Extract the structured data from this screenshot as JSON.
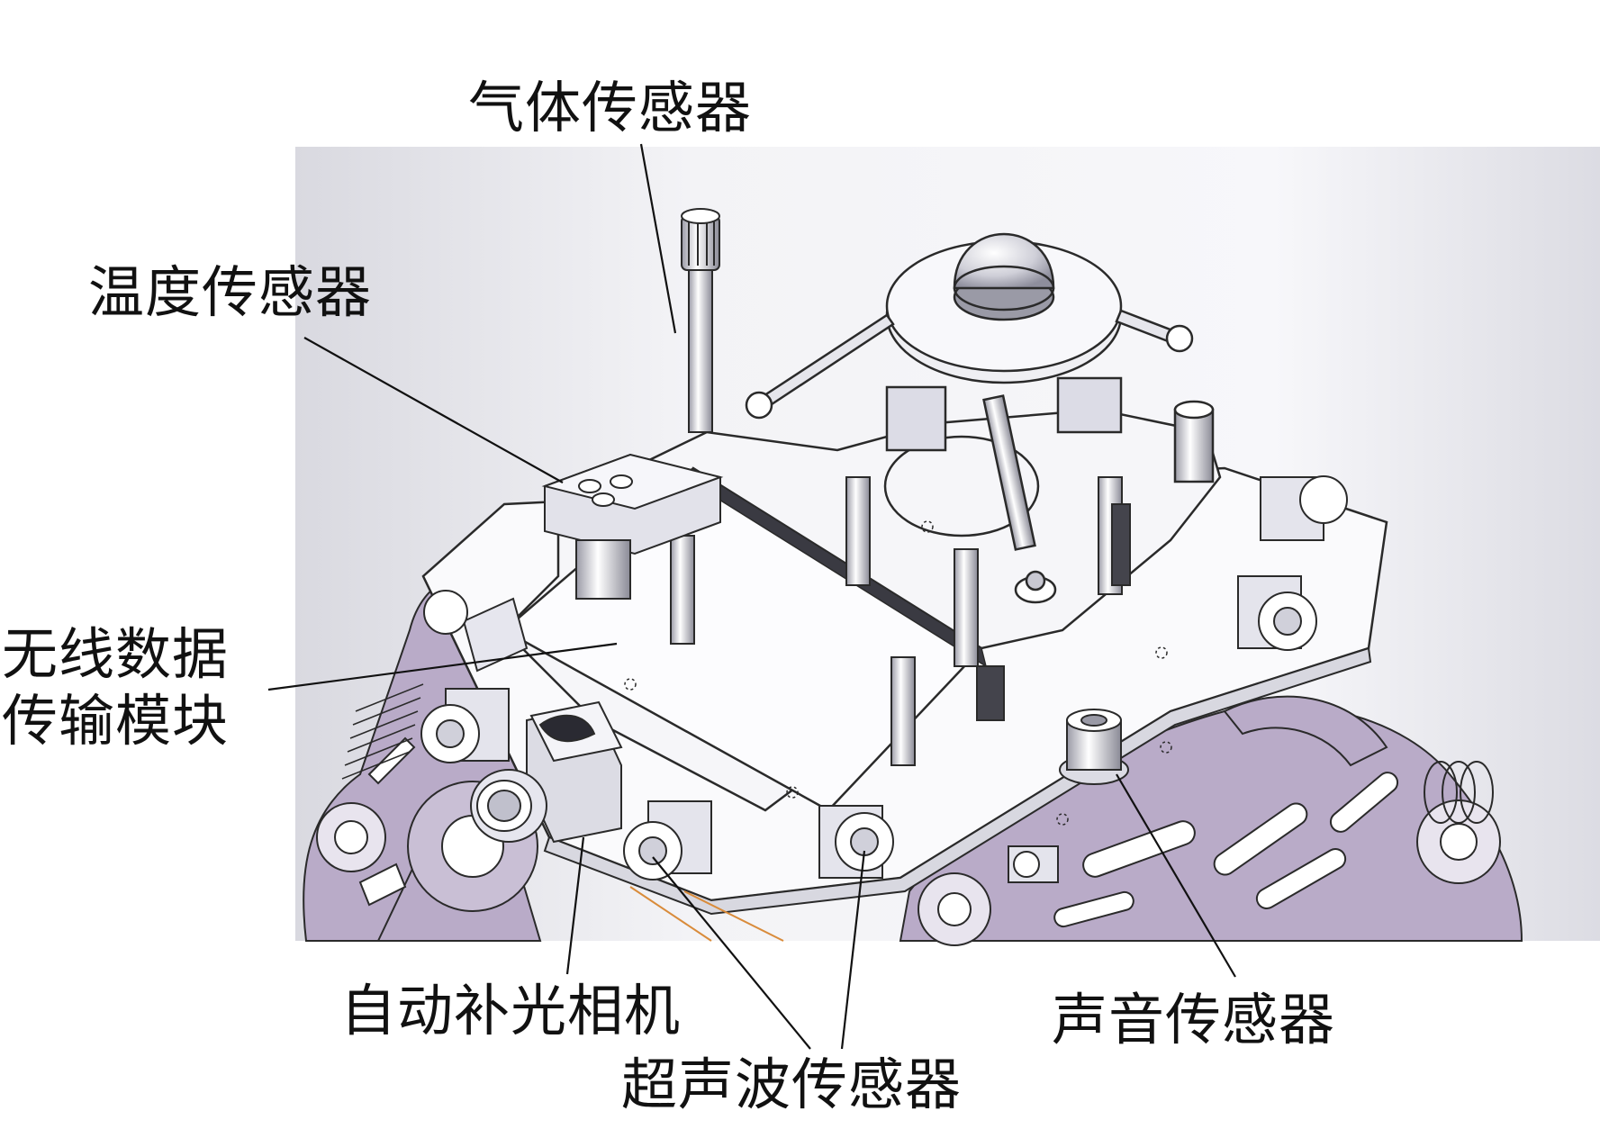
{
  "labels": {
    "gas_sensor": "气体传感器",
    "temperature_sensor": "温度传感器",
    "wireless_module_line1": "无线数据",
    "wireless_module_line2": "传输模块",
    "fill_light_camera": "自动补光相机",
    "ultrasonic_sensor": "超声波传感器",
    "sound_sensor": "声音传感器"
  },
  "colors": {
    "frame_purple": "#b9abc8",
    "frame_purple_dark": "#8b7aa0",
    "outline": "#2a2a2a",
    "background_gray": "#e9e9ee",
    "plate_white": "#fafafc",
    "wire_orange": "#d98b3a"
  }
}
